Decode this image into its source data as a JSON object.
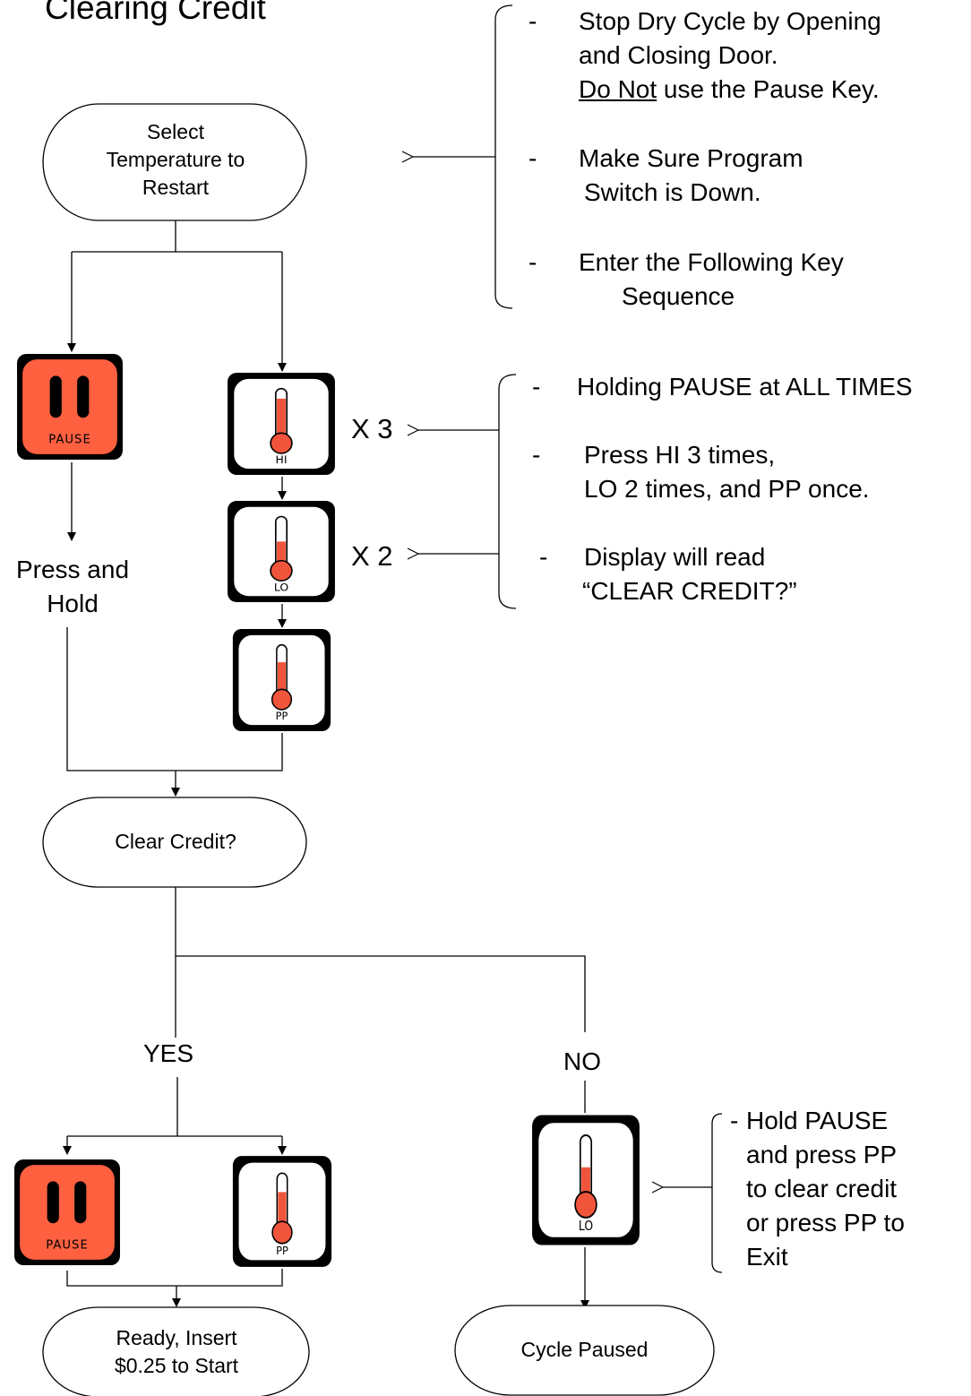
{
  "title": "Clearing Credit",
  "colors": {
    "pause_key": "#FF6040",
    "mercury": "#F0553C",
    "line": "#000000"
  },
  "nodes": {
    "select_temp": [
      "Select",
      "Temperature to",
      "Restart"
    ],
    "clear_credit": [
      "Clear Credit?"
    ],
    "ready": [
      "Ready, Insert",
      "$0.25 to Start"
    ],
    "cycle_paused": [
      "Cycle Paused"
    ]
  },
  "labels": {
    "press_and_hold": [
      "Press and",
      "Hold"
    ],
    "x3": "X 3",
    "x2": "X 2",
    "yes": "YES",
    "no": "NO"
  },
  "notes": {
    "top": {
      "dash1": "-",
      "line1a": "Stop Dry Cycle by Opening",
      "line1b": "and Closing Door.",
      "line1c_underlined": "Do Not",
      "line1c_rest": " use the Pause Key.",
      "dash2": "-",
      "line2a": "Make Sure Program",
      "line2b": "Switch is Down.",
      "dash3": "-",
      "line3a": "Enter the Following Key",
      "line3b": "Sequence"
    },
    "middle": {
      "dash1": "-",
      "line1": "Holding PAUSE at ALL TIMES",
      "dash2": "-",
      "line2a": "Press HI 3 times,",
      "line2b": "LO 2 times, and PP once.",
      "dash3": "-",
      "line3a": "Display will read",
      "line3b": "“CLEAR CREDIT?”"
    },
    "bottom": {
      "dash": "-",
      "line1": "Hold PAUSE",
      "line2": "and press PP",
      "line3": "to clear credit",
      "line4": "or press PP to",
      "line5": "Exit"
    }
  },
  "keys": {
    "pause_label": "PAUSE",
    "hi_label": "HI",
    "lo_label": "LO",
    "pp_label": "PP",
    "pause_icon": "pause-bars-icon",
    "temp_icon": "thermometer-icon"
  },
  "thermometer_fill": {
    "hi": 0.78,
    "lo": 0.45,
    "pp": 0.62
  }
}
